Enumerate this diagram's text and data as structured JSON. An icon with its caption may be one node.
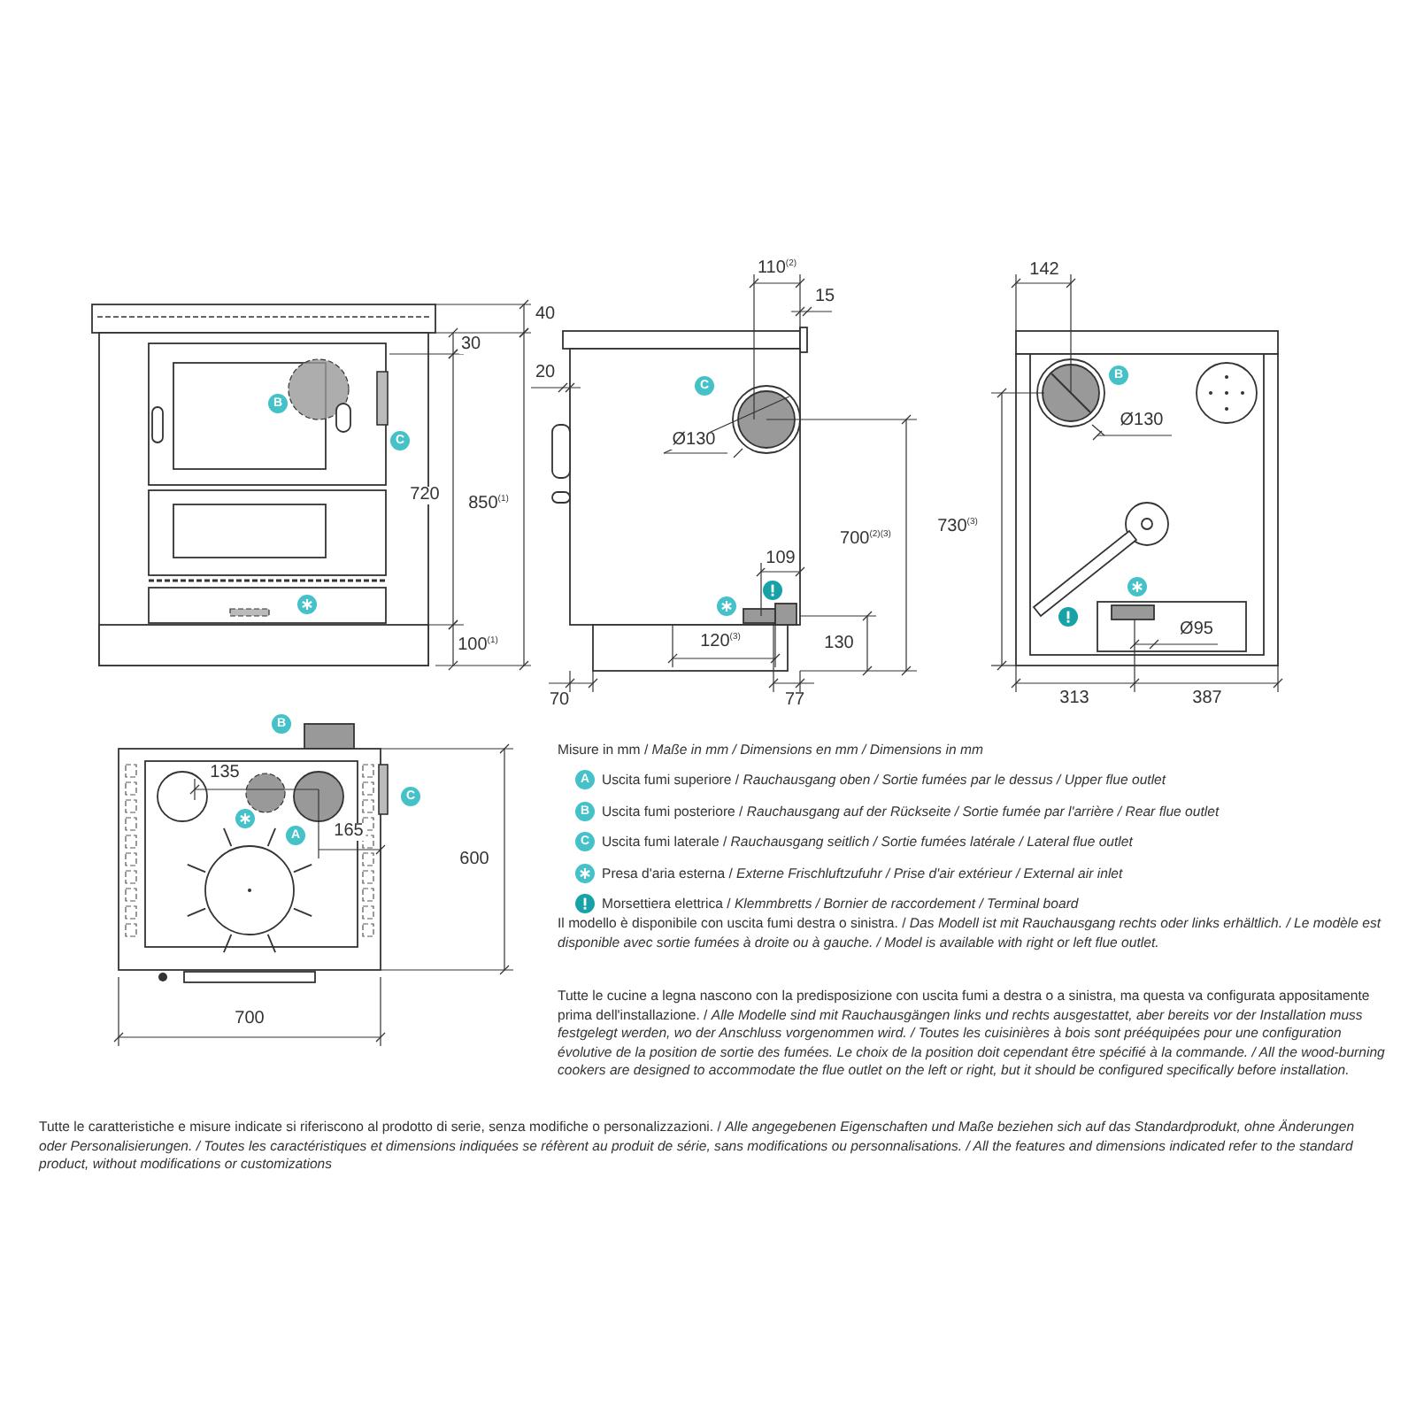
{
  "diagram": {
    "labels": [
      "40",
      "30",
      "720",
      "850$^{(1)}$",
      "100$^{(1)}$",
      "B",
      "C",
      "110$^{(2)}$",
      "15",
      "20",
      "C",
      "Ø130",
      "700$^{(2)(3)}$",
      "109",
      "120$^{(3)}$",
      "130",
      "70",
      "77",
      "142",
      "B",
      "Ø130",
      "730$^{(3)}$",
      "Ø95",
      "313",
      "387",
      "B",
      "135",
      "165",
      "A",
      "C",
      "600",
      "700",
      "Misure in mm / *Maße in mm / Dimensions en mm / Dimensions in mm*",
      "A",
      "B",
      "C",
      "Il modello è disponibile con uscita fumi destra o sinistra. / *Das Modell ist mit Rauchausgang rechts oder links erhältlich. / Le modèle est disponible avec sortie fumées à droite ou à gauche. / Model is available with right or left flue outlet.*",
      "Tutte le cucine a legna nascono con la predisposizione con uscita fumi a destra o a sinistra, ma questa va configurata appositamente prima dell'installazione. / *Alle Modelle sind mit Rauchausgängen links und rechts ausgestattet, aber bereits vor der Installation muss festgelegt werden, wo der Anschluss vorgenommen wird. / Toutes les cuisinières à bois sont prééquipées pour une configuration évolutive de la position de sortie des fumées. Le choix de la position doit cependant être spécifié à la commande. / All the wood-burning cookers are designed to accommodate the flue outlet on the left or right, but it should be configured specifically before installation.*",
      "Tutte le caratteristiche e misure indicate si riferiscono al prodotto di serie, senza modifiche o personalizzazioni. / *Alle angegebenen Eigenschaften und Maße beziehen sich auf das Standardprodukt, ohne Änderungen oder Personalisierungen. / Toutes les caractéristiques et dimensions indiquées se réfèrent au produit de série, sans modifications ou personnalisations. / All the features and dimensions indicated refer to the standard product, without modifications or customizations*"
    ],
    "legend": [
      {
        "text": "Uscita fumi superiore / *Rauchausgang oben / Sortie fumées par le dessus / Upper flue outlet*",
        "color": "#45c1c8"
      },
      {
        "text": "Uscita fumi posteriore / *Rauchausgang auf der Rückseite / Sortie fumée par l'arrière / Rear flue outlet*",
        "color": "#45c1c8"
      },
      {
        "text": "Uscita fumi laterale / *Rauchausgang seitlich / Sortie fumées latérale / Lateral flue outlet*",
        "color": "#45c1c8"
      },
      {
        "text": "Presa d'aria esterna / *Externe Frischluftzufuhr / Prise d'air extérieur / External air inlet*",
        "color": "#45c1c8"
      },
      {
        "text": "Morsettiera elettrica / *Klemmbretts / Bornier de raccordement / Terminal board*",
        "color": "#17a2a8"
      }
    ]
  }
}
